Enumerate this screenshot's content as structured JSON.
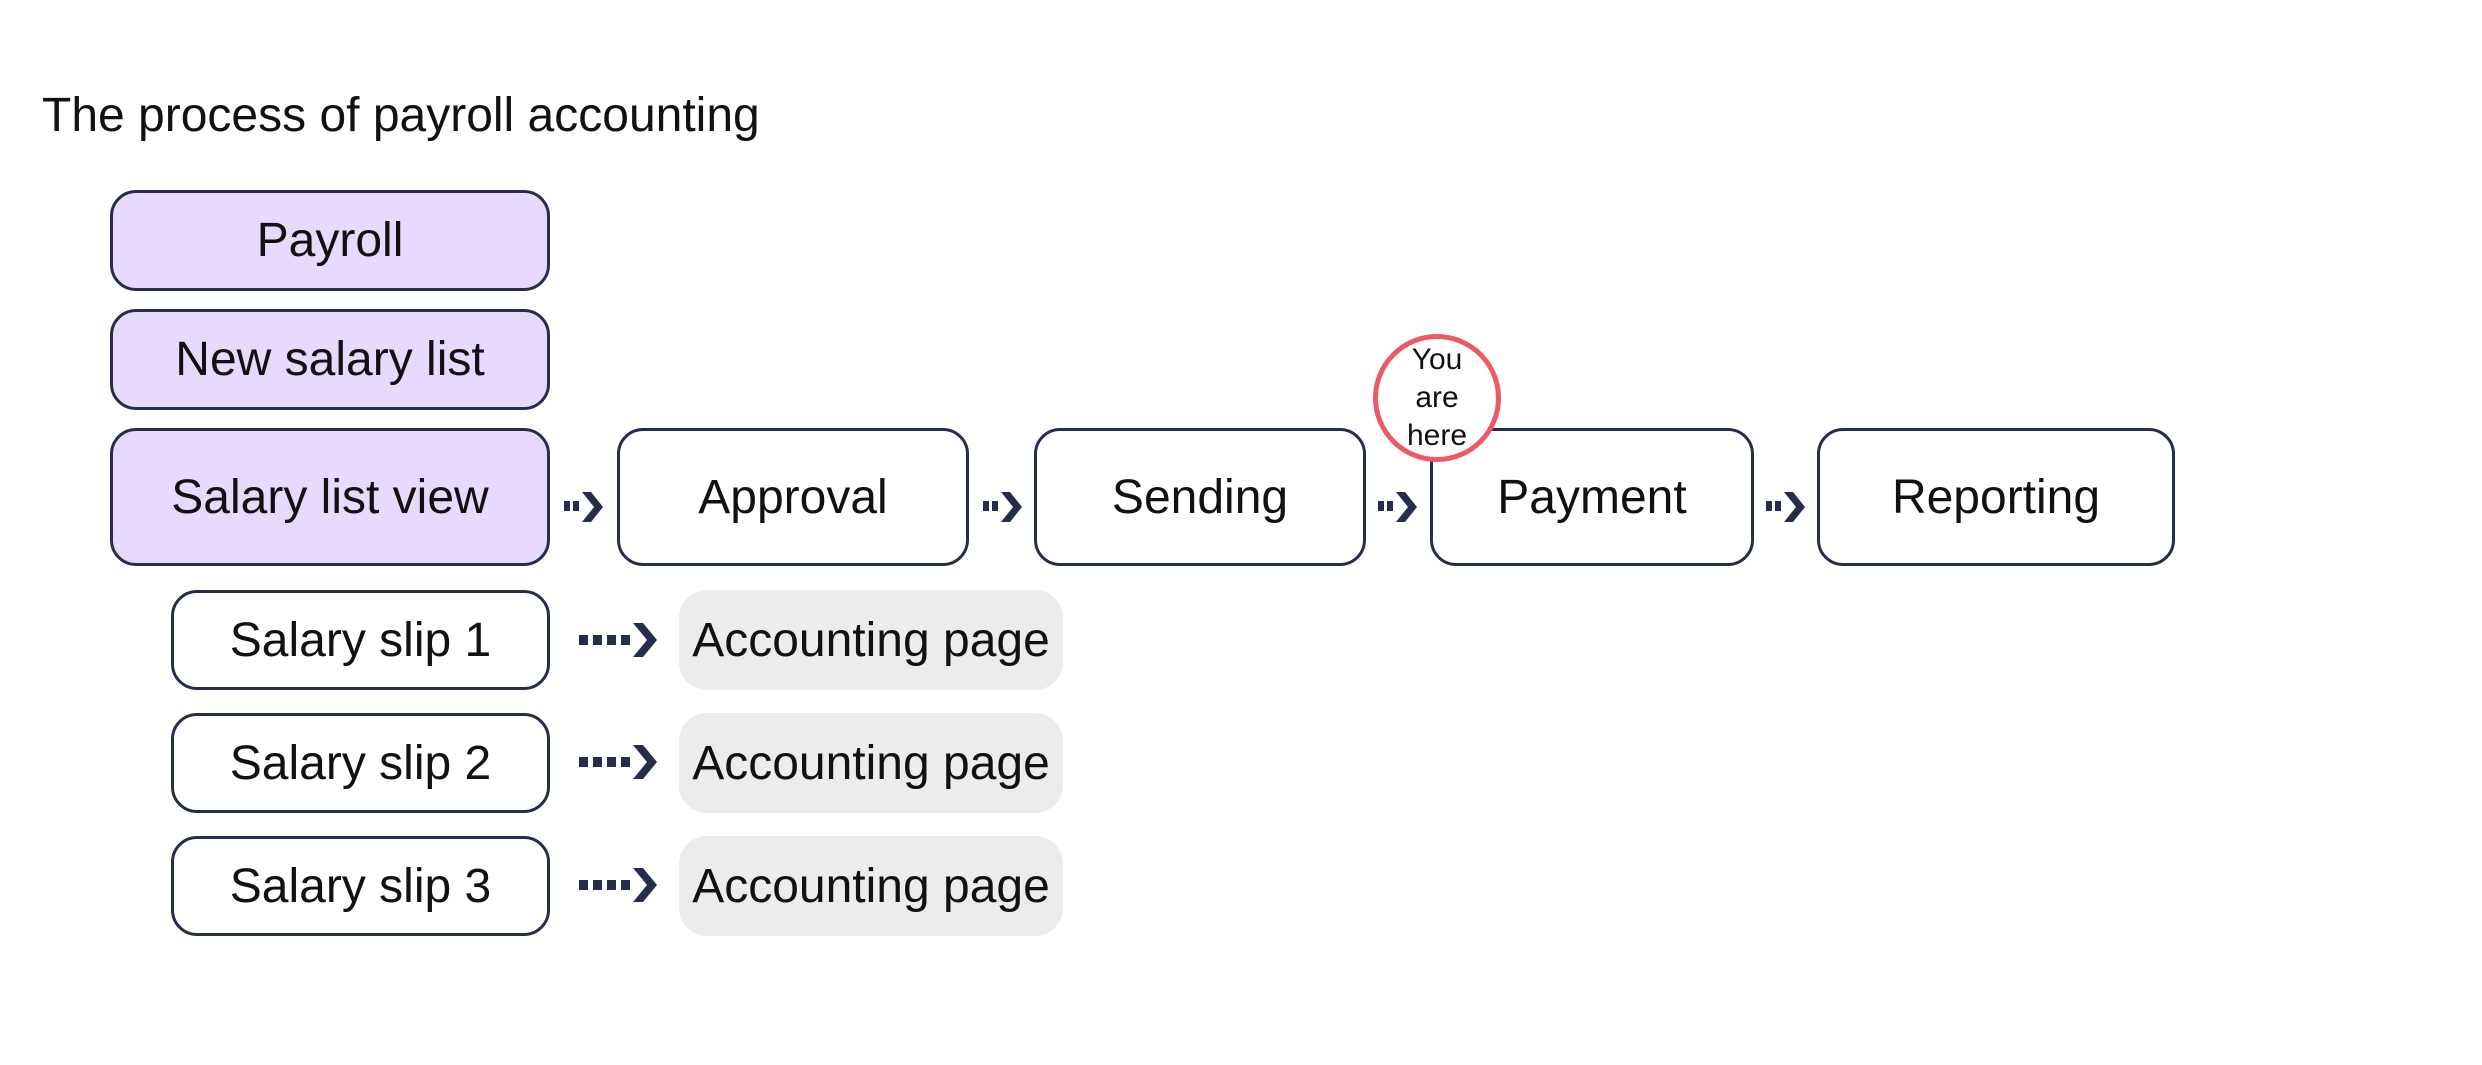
{
  "title": "The process of payroll accounting",
  "menu": {
    "payroll": "Payroll",
    "new_salary_list": "New salary list",
    "salary_list_view": "Salary list view"
  },
  "steps": [
    "Approval",
    "Sending",
    "Payment",
    "Reporting"
  ],
  "marker": {
    "text": "You are here"
  },
  "slips": [
    {
      "label": "Salary slip 1",
      "target": "Accounting page"
    },
    {
      "label": "Salary slip 2",
      "target": "Accounting page"
    },
    {
      "label": "Salary slip 3",
      "target": "Accounting page"
    }
  ],
  "colors": {
    "highlight_fill": "#e8d9ff",
    "outline": "#252d4a",
    "target_fill": "#ececec",
    "marker_ring": "#ec5a66",
    "arrow": "#252d4a"
  }
}
